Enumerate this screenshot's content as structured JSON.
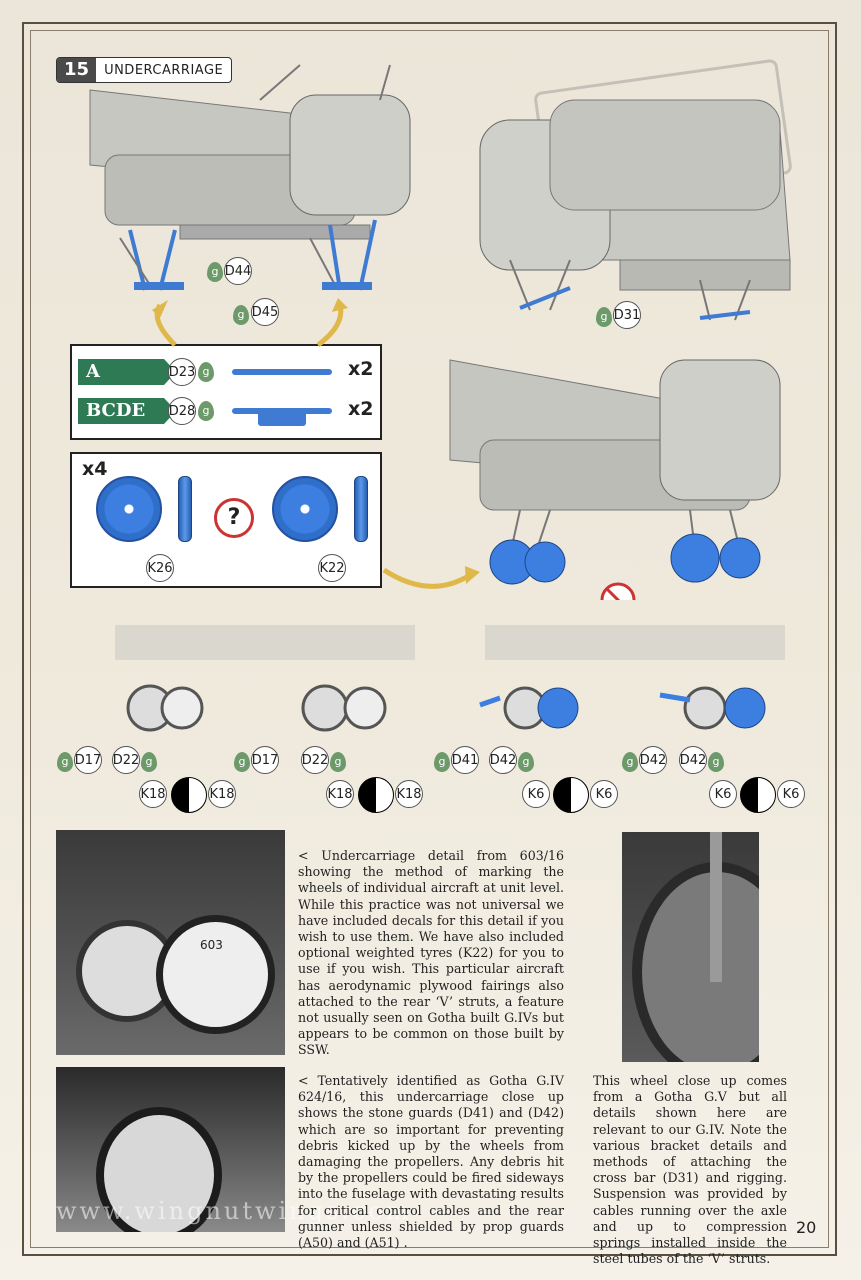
{
  "header": {
    "number": "15",
    "title": "UNDERCARRIAGE"
  },
  "page_number": "20",
  "watermark": "WINGNUT WINGS",
  "photo_watermark": "www.wingnutwings.com",
  "callouts": {
    "d44": "D44",
    "d45": "D45",
    "d31": "D31",
    "k26": "K26",
    "k22": "K22",
    "d17a": "D17",
    "d22a": "D22",
    "d17b": "D17",
    "d22b": "D22",
    "d41": "D41",
    "d42a": "D42",
    "d42b": "D42",
    "d42c": "D42",
    "k18a": "K18",
    "k18b": "K18",
    "k18c": "K18",
    "k18d": "K18",
    "k6a": "K6",
    "k6b": "K6",
    "k6c": "K6",
    "k6d": "K6",
    "d23": "D23",
    "d28": "D28"
  },
  "g_marker": "g",
  "parts": [
    {
      "tag": "A",
      "qty": "x2"
    },
    {
      "tag": "BCDE",
      "qty": "x2"
    }
  ],
  "wheels": {
    "qty": "x4",
    "question": "?"
  },
  "captions": {
    "cap1": "< Undercarriage detail from 603/16 showing the method of marking the wheels of individual aircraft at unit level. While this practice was not universal we have included decals for this detail if you wish to use them. We have also included optional weighted tyres (K22) for you to use if you wish. This particular aircraft has aerodynamic plywood fairings also attached to the rear ‘V’ struts, a feature not usually seen on Gotha built G.IVs but appears to be common on those built by SSW.",
    "cap2": "< Tentatively identified as Gotha G.IV 624/16, this undercarriage close up shows the stone guards (D41) and (D42) which are so important for preventing debris kicked up by the wheels from damaging the propellers. Any debris hit by the propellers could be fired sideways into the fuselage with devastating results for critical control cables and the rear gunner unless shielded by prop guards (A50) and (A51) .",
    "cap3": "This wheel close up comes from a Gotha G.V but all details shown here are relevant to our G.IV. Note the various bracket details and methods of attaching the cross bar (D31) and rigging. Suspension was provided by cables running over the axle and up to compression springs installed inside the steel tubes of the ‘V’ struts."
  },
  "photo_text": {
    "wheel_number": "603"
  }
}
